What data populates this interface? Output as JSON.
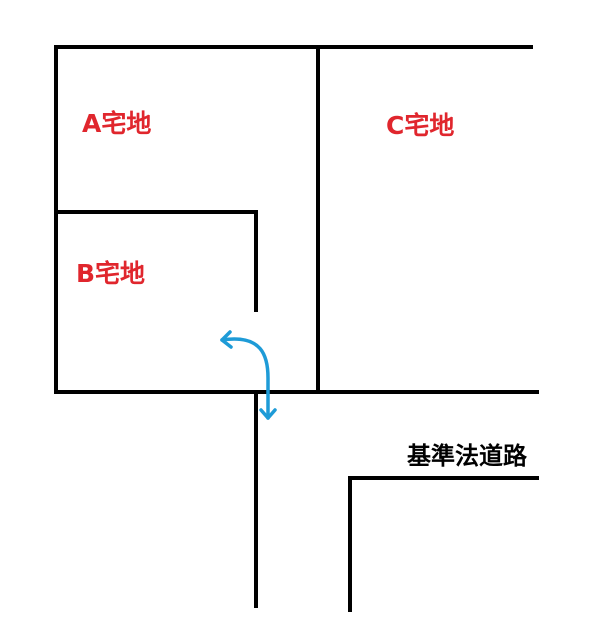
{
  "labels": {
    "lot_a": "A宅地",
    "lot_b": "B宅地",
    "lot_c": "C宅地",
    "road": "基準法道路"
  },
  "colors": {
    "lot_label": "#e0262d",
    "road_label": "#000000",
    "lines": "#000000",
    "arrow": "#1e9bd7"
  },
  "icons": {
    "arrow": "double-headed-curved-arrow"
  }
}
